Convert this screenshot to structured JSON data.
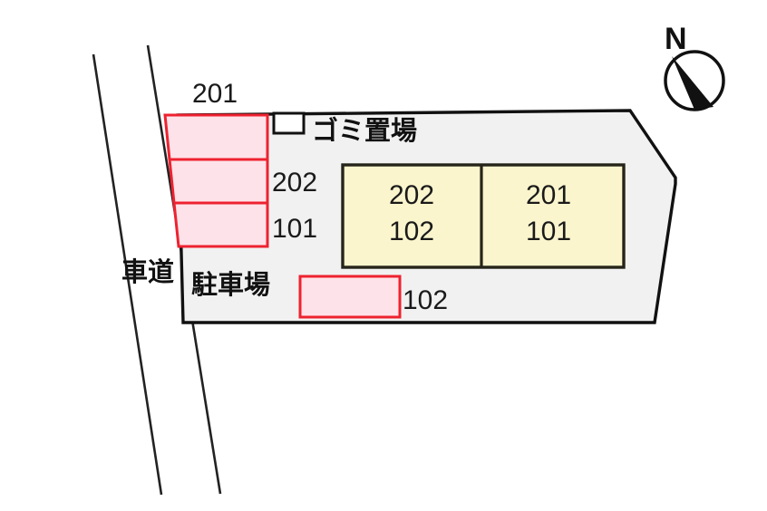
{
  "diagram": {
    "type": "property-site-plan",
    "title_visible": false,
    "colors": {
      "site_fill": "#f1f1f1",
      "site_stroke": "#111111",
      "building_fill": "#faf5cd",
      "building_stroke": "#262419",
      "parking_fill": "#fde3e9",
      "parking_stroke": "#ee2230",
      "road_stroke": "#222222",
      "text": "#1a1a1a",
      "page_background": "#ffffff"
    },
    "compass": {
      "label": "N",
      "icon": "compass-north-arrow"
    },
    "road": {
      "label": "車道",
      "romaji_meaning": "roadway"
    },
    "parking_area": {
      "label": "駐車場",
      "romaji_meaning": "parking lot"
    },
    "garbage_area": {
      "label": "ゴミ置場",
      "romaji_meaning": "garbage collection area",
      "icon": "white-box-marker"
    },
    "building": {
      "units": [
        {
          "upper": "202",
          "lower": "102"
        },
        {
          "upper": "201",
          "lower": "101"
        }
      ]
    },
    "parking_stalls": [
      {
        "id": "stall-201",
        "label": "201",
        "label_position": "above"
      },
      {
        "id": "stall-202",
        "label": "202",
        "label_position": "right"
      },
      {
        "id": "stall-101",
        "label": "101",
        "label_position": "right"
      },
      {
        "id": "stall-102",
        "label": "102",
        "label_position": "right"
      }
    ]
  }
}
